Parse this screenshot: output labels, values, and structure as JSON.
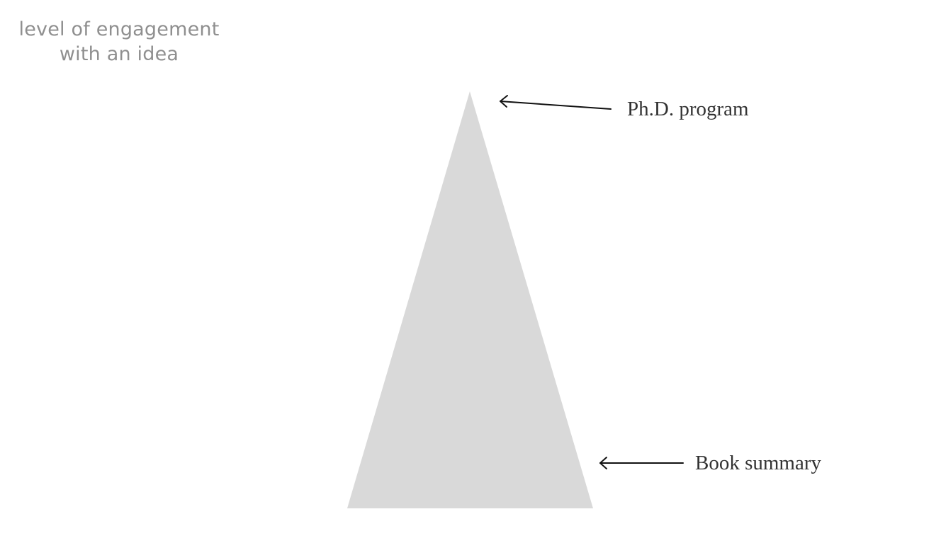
{
  "caption": {
    "line1": "level of engagement",
    "line2": "with an idea"
  },
  "pyramid": {
    "fill": "#d9d9d9"
  },
  "annotations": {
    "top": "Ph.D. program",
    "bottom": "Book summary"
  },
  "colors": {
    "caption": "#8f8f8f",
    "annotation_text": "#333333",
    "arrow": "#111111"
  }
}
